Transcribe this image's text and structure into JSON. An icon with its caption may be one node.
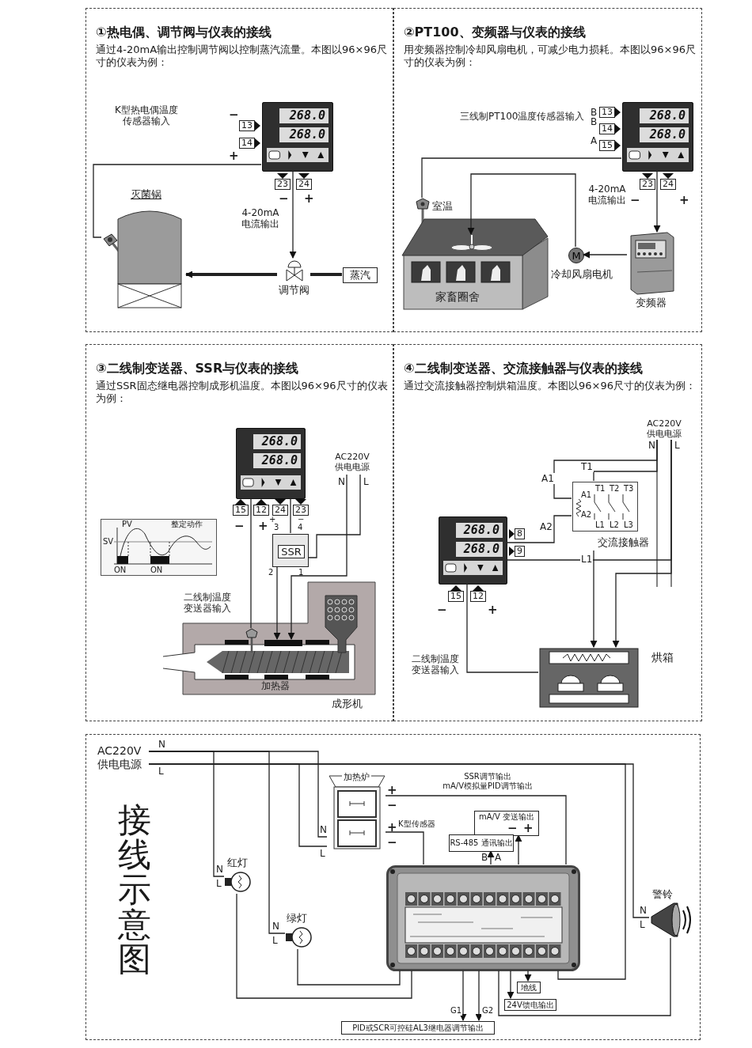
{
  "diagram": {
    "nodes": [
      {
        "text": [
          "①热电偶、调节阀与仪表的接线",
          "通过4-20mA输出控制调节阀以控制蒸汽流量。本图以96×96尺寸的仪表为例："
        ]
      },
      {
        "text": [
          "268.0",
          "268.0"
        ],
        "in": 0
      },
      {
        "text": [],
        "shape": "picture",
        "in": 0
      },
      {
        "text": [
          "灭菌锅"
        ],
        "in": 0
      },
      {
        "text": [
          "调节阀"
        ],
        "in": 0
      },
      {
        "text": [
          "蒸汽"
        ],
        "in": 0
      },
      {
        "text": [
          "②PT100、变频器与仪表的接线",
          "用变频器控制冷却风扇电机，可减少电力损耗。本图以96×96尺寸的仪表为例："
        ]
      },
      {
        "text": [
          "268.0",
          "268.0"
        ],
        "in": 6
      },
      {
        "text": [],
        "shape": "picture",
        "beside": [
          "室温"
        ],
        "in": 6
      },
      {
        "text": [
          "家畜圈舍"
        ],
        "in": 6
      },
      {
        "text": [],
        "shape": "picture",
        "in": 6
      },
      {
        "text": [
          "M"
        ],
        "beside": [
          "冷却风扇电机"
        ],
        "in": 6
      },
      {
        "text": [
          "变频器"
        ],
        "in": 6
      },
      {
        "text": [
          "③二线制变送器、SSR与仪表的接线",
          "通过SSR固态继电器控制成形机温度。本图以96×96尺寸的仪表为例："
        ]
      },
      {
        "text": [
          "268.0",
          "268.0"
        ],
        "in": 13
      },
      {
        "text": [
          "PV",
          "整定动作",
          "SV",
          "ON",
          "ON"
        ],
        "in": 13
      },
      {
        "text": [
          "SSR"
        ],
        "in": 13
      },
      {
        "text": [
          "AC220V 供电电源"
        ],
        "in": 13
      },
      {
        "text": [
          "成形机"
        ],
        "in": 13
      },
      {
        "text": [],
        "shape": "bar",
        "in": 18
      },
      {
        "text": [],
        "shape": "picture",
        "in": 18
      },
      {
        "text": [
          "④二线制变送器、交流接触器与仪表的接线",
          "通过交流接触器控制烘箱温度。本图以96×96尺寸的仪表为例："
        ]
      },
      {
        "text": [
          "AC220V 供电电源"
        ],
        "in": 21
      },
      {
        "text": [
          "交流接触器"
        ],
        "in": 21
      },
      {
        "text": [
          "268.0",
          "268.0"
        ],
        "in": 21
      },
      {
        "text": [
          "烘箱"
        ],
        "in": 21
      },
      {
        "text": [
          "接线示意图"
        ]
      },
      {
        "text": [
          "AC220V 供电电源"
        ],
        "in": 26
      },
      {
        "text": [
          "加热炉"
        ],
        "in": 26
      },
      {
        "text": [],
        "shape": "picture",
        "beside": [
          "红灯"
        ],
        "in": 26
      },
      {
        "text": [],
        "shape": "picture",
        "beside": [
          "绿灯"
        ],
        "in": 26
      },
      {
        "text": [],
        "shape": "picture",
        "in": 26
      },
      {
        "text": [
          "mA/V 变送输出"
        ],
        "in": 26
      },
      {
        "text": [
          "RS-485 通讯输出"
        ],
        "in": 26
      },
      {
        "text": [
          "地线"
        ],
        "in": 26
      },
      {
        "text": [
          "24V馈电输出"
        ],
        "in": 26
      },
      {
        "text": [
          "PID或SCR可控硅AL3继电器调节输出"
        ],
        "in": 26
      },
      {
        "text": [],
        "shape": "picture",
        "beside": [
          "警铃"
        ],
        "in": 26
      }
    ],
    "edges": [
      {
        "from": 1,
        "to": 2,
        "arrow": "none",
        "label": "K型热电偶温度传感器输入"
      },
      {
        "from": 1,
        "to": 4,
        "arrow": "to",
        "label": "4-20mA 电流输出"
      },
      {
        "from": 5,
        "to": 4,
        "arrow": "none",
        "style": "thick"
      },
      {
        "from": 4,
        "to": 3,
        "arrow": "to",
        "style": "thick"
      },
      {
        "from": 7,
        "to": 8,
        "arrow": "none",
        "label": "三线制PT100温度传感器输入"
      },
      {
        "from": 7,
        "to": 12,
        "arrow": "to",
        "label": "4-20mA 电流输出"
      },
      {
        "from": 12,
        "to": 11,
        "arrow": "to"
      },
      {
        "from": 11,
        "to": 10,
        "arrow": "to"
      },
      {
        "from": 14,
        "to": 20,
        "arrow": "none",
        "label": "二线制温度变送器输入"
      },
      {
        "from": 14,
        "to": 16,
        "arrow": "none"
      },
      {
        "from": 16,
        "to": 19,
        "arrow": "to"
      },
      {
        "from": 17,
        "to": 19,
        "arrow": "to"
      },
      {
        "from": 17,
        "to": 16,
        "arrow": "none"
      },
      {
        "from": 22,
        "to": 23,
        "arrow": "none",
        "label": "A1"
      },
      {
        "from": 24,
        "to": 23,
        "arrow": "none",
        "label": "A2"
      },
      {
        "from": 23,
        "to": 25,
        "arrow": "to",
        "label": "L1"
      },
      {
        "from": 22,
        "to": 23,
        "arrow": "none",
        "label": "T1"
      },
      {
        "from": 24,
        "to": 22,
        "arrow": "none"
      },
      {
        "from": 22,
        "to": 25,
        "arrow": "to"
      },
      {
        "from": 24,
        "to": 25,
        "arrow": "none",
        "label": "二线制温度变送器输入"
      },
      {
        "from": 27,
        "to": 28,
        "arrow": "none"
      },
      {
        "from": 27,
        "to": 28,
        "arrow": "none"
      },
      {
        "from": 27,
        "to": 29,
        "arrow": "none"
      },
      {
        "from": 27,
        "to": 30,
        "arrow": "none"
      },
      {
        "from": 27,
        "to": 37,
        "arrow": "none"
      },
      {
        "from": 29,
        "to": 31,
        "arrow": "none"
      },
      {
        "from": 30,
        "to": 31,
        "arrow": "none"
      },
      {
        "from": 37,
        "to": 31,
        "arrow": "none"
      },
      {
        "from": 27,
        "to": 31,
        "arrow": "none"
      },
      {
        "from": 31,
        "to": 28,
        "arrow": "none",
        "label": "SSR调节输出 mA/V模拟量PID调节输出"
      },
      {
        "from": 31,
        "to": 28,
        "arrow": "none",
        "label": "K型传感器"
      },
      {
        "from": 31,
        "to": 32,
        "arrow": "to"
      },
      {
        "from": 31,
        "to": 33,
        "arrow": "to"
      },
      {
        "from": 31,
        "to": 34,
        "arrow": "to"
      },
      {
        "from": 31,
        "to": 35,
        "arrow": "to"
      },
      {
        "from": 31,
        "to": 36,
        "arrow": "to",
        "label": "G1"
      },
      {
        "from": 31,
        "to": 36,
        "arrow": "to",
        "label": "G2"
      }
    ],
    "labels": [
      "−",
      "13",
      "14",
      "+",
      "23",
      "24",
      "−",
      "+",
      "B",
      "13",
      "B",
      "14",
      "A",
      "15",
      "23",
      "24",
      "−",
      "+",
      "15",
      "12",
      "24",
      "23",
      "−",
      "+",
      "+",
      "3",
      "−",
      "4",
      "2",
      "1",
      "N",
      "L",
      "加热器",
      "N",
      "L",
      "T1",
      "T2",
      "T3",
      "A1",
      "A2",
      "L1",
      "L2",
      "L3",
      "8",
      "9",
      "15",
      "12",
      "−",
      "+",
      "N",
      "L",
      "+",
      "−",
      "+",
      "−",
      "N",
      "L",
      "N",
      "L",
      "N",
      "L",
      "−",
      "+",
      "B",
      "A",
      "N",
      "L"
    ]
  }
}
